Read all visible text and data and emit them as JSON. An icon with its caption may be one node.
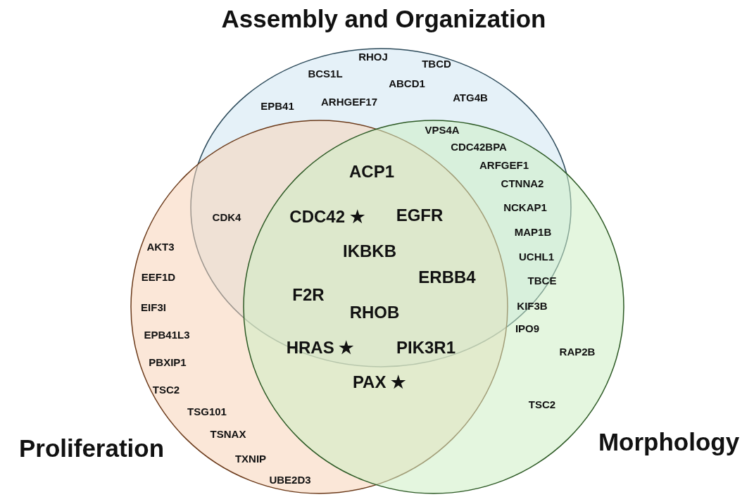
{
  "diagram": {
    "nodes": [
      {
        "text": [
          "Assembly and Organization"
        ]
      },
      {
        "text": [
          "Proliferation"
        ]
      },
      {
        "text": [
          "Morphology"
        ]
      }
    ],
    "labels": [
      "RHOJ",
      "TBCD",
      "BCS1L",
      "ABCD1",
      "EPB41",
      "ARHGEF17",
      "ATG4B",
      "VPS4A",
      "CDC42BPA",
      "ACP1",
      "ARFGEF1",
      "CTNNA2",
      "CDK4",
      "CDC42 ★",
      "EGFR",
      "NCKAP1",
      "AKT3",
      "MAP1B",
      "IKBKB",
      "UCHL1",
      "EEF1D",
      "ERBB4",
      "TBCE",
      "F2R",
      "EIF3I",
      "RHOB",
      "KIF3B",
      "IPO9",
      "EPB41L3",
      "HRAS ★",
      "PIK3R1",
      "RAP2B",
      "PBXIP1",
      "PAX ★",
      "TSC2",
      "TSC2",
      "TSG101",
      "TSNAX",
      "TXNIP",
      "UBE2D3"
    ]
  }
}
